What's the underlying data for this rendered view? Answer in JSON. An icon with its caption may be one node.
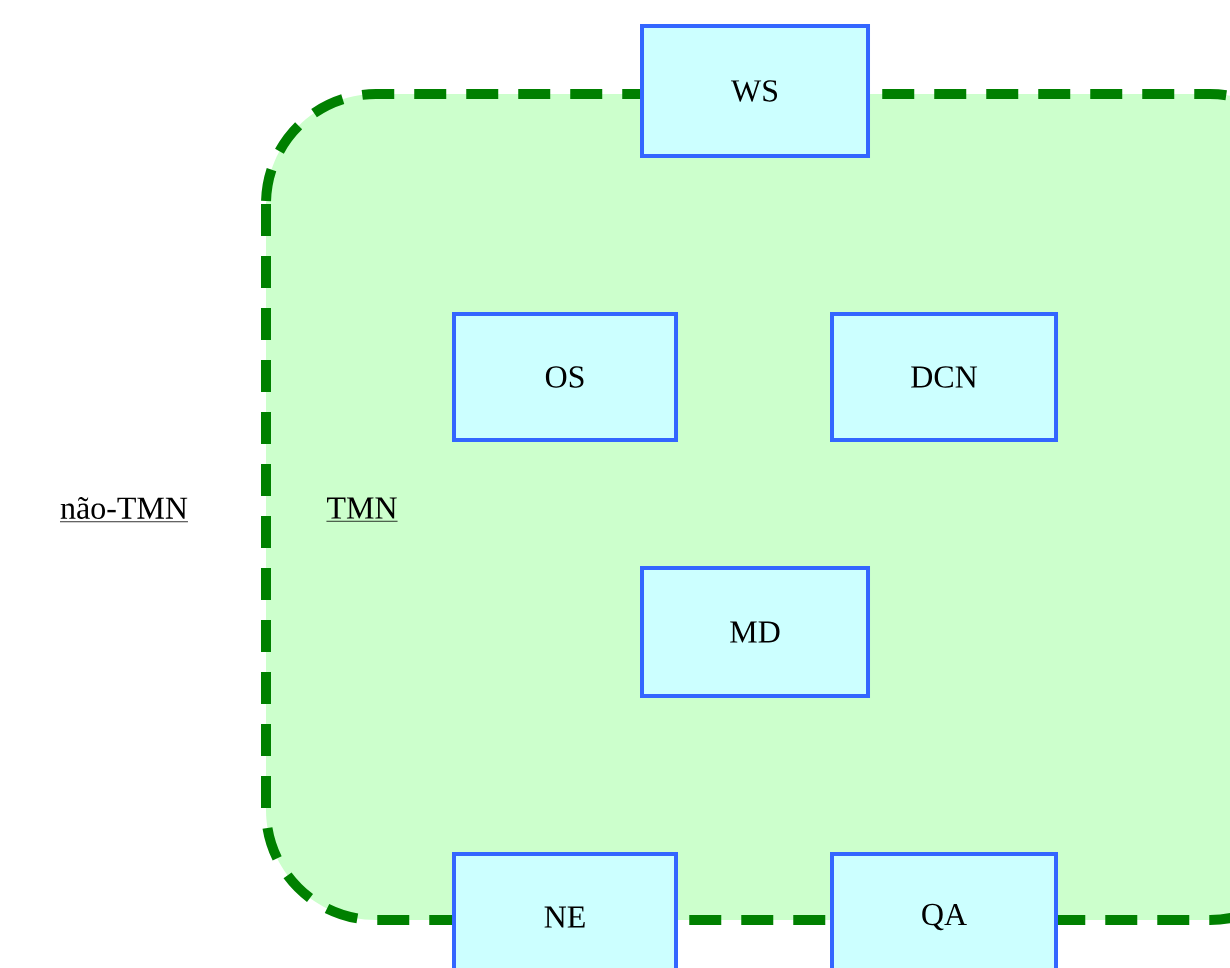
{
  "diagram": {
    "nodes": [
      {
        "text": [
          "TMN"
        ]
      },
      {
        "text": [
          "WS"
        ]
      },
      {
        "text": [
          "OS"
        ],
        "in": 0
      },
      {
        "text": [
          "DCN"
        ],
        "in": 0
      },
      {
        "text": [
          "MD"
        ],
        "in": 0
      },
      {
        "text": [
          "NE"
        ]
      },
      {
        "text": [
          "QA"
        ]
      }
    ],
    "labels": [
      "não-TMN"
    ]
  }
}
